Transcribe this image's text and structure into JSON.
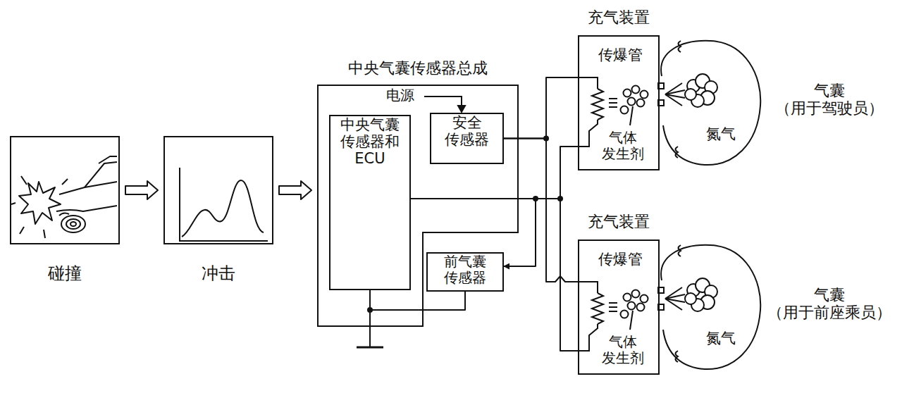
{
  "diagram": {
    "nodes": [
      {
        "text": [
          "碰撞"
        ]
      },
      {
        "text": [
          "冲击"
        ]
      },
      {
        "text": [
          "中央气囊传感器总成"
        ]
      },
      {
        "text": [
          "中央气囊 传感器和 ECU"
        ],
        "in": 2
      },
      {
        "text": [
          "安全 传感器"
        ],
        "in": 2
      },
      {
        "text": [
          "前气囊 传感器"
        ]
      },
      {
        "text": [
          "充气装置",
          "传爆管",
          "气体 发生剂"
        ]
      },
      {
        "text": [
          "气囊 （用于驾驶员）",
          "氮气"
        ]
      },
      {
        "text": [
          "充气装置",
          "传爆管",
          "气体 发生剂"
        ]
      },
      {
        "text": [
          "气囊 （用于前座乘员）",
          "氮气"
        ]
      }
    ],
    "edges": [
      {
        "from": 0,
        "to": 1,
        "arrow": "to"
      },
      {
        "from": 1,
        "to": 2,
        "arrow": "to"
      },
      {
        "from": 4,
        "to": 6,
        "arrow": "none"
      },
      {
        "from": 4,
        "to": 8,
        "arrow": "none"
      },
      {
        "from": 3,
        "to": 6,
        "arrow": "none"
      },
      {
        "from": 3,
        "to": 8,
        "arrow": "none"
      },
      {
        "from": 3,
        "to": 5,
        "arrow": "to"
      },
      {
        "from": 5,
        "to": 3,
        "arrow": "none"
      }
    ],
    "labels": [
      "电源"
    ]
  }
}
